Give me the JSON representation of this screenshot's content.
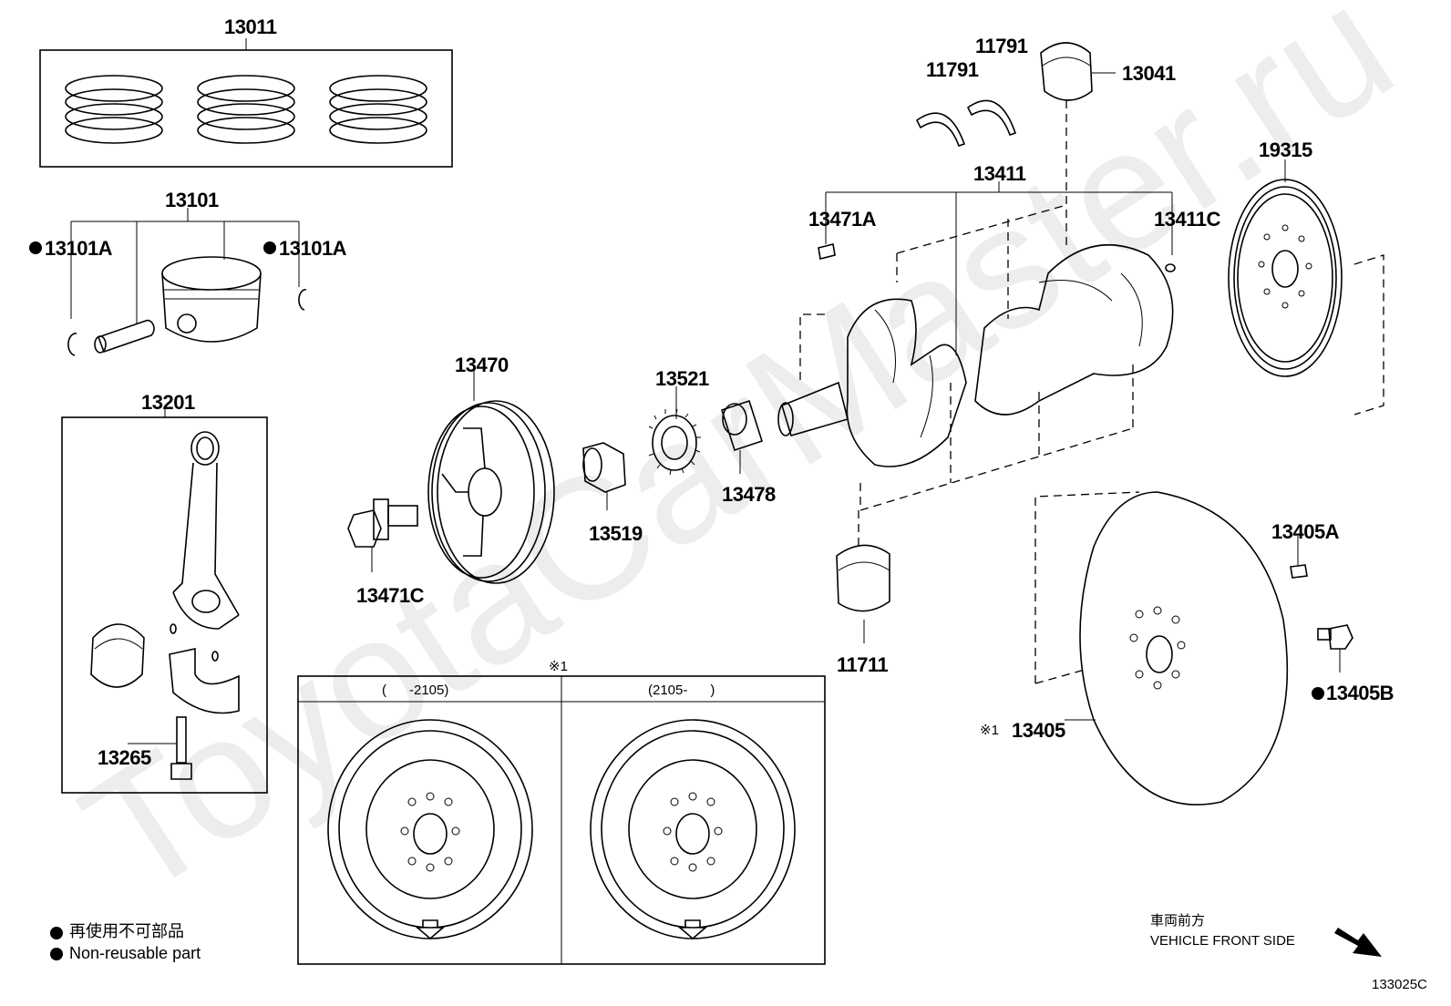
{
  "watermark": "ToyotaCarMaster.ru",
  "parts": {
    "p13011": "13011",
    "p13101": "13101",
    "p13101a_left": "13101A",
    "p13101a_right": "13101A",
    "p13201": "13201",
    "p13265": "13265",
    "p13470": "13470",
    "p13471c": "13471C",
    "p13519": "13519",
    "p13521": "13521",
    "p13478": "13478",
    "p11791_a": "11791",
    "p11791_b": "11791",
    "p13041": "13041",
    "p13411": "13411",
    "p13471a": "13471A",
    "p13411c": "13411C",
    "p19315": "19315",
    "p11711": "11711",
    "p13405a": "13405A",
    "p13405b": "13405B",
    "p13405": "13405"
  },
  "variant_table": {
    "note_mark": "※1",
    "col_left": "(      -2105)",
    "col_right": "(2105-      )"
  },
  "ref_mark_13405": "※1",
  "legend": {
    "jp": "再使用不可部品",
    "en": "Non-reusable part"
  },
  "direction": {
    "jp": "車両前方",
    "en": "VEHICLE FRONT SIDE"
  },
  "diagram_id": "133025C"
}
